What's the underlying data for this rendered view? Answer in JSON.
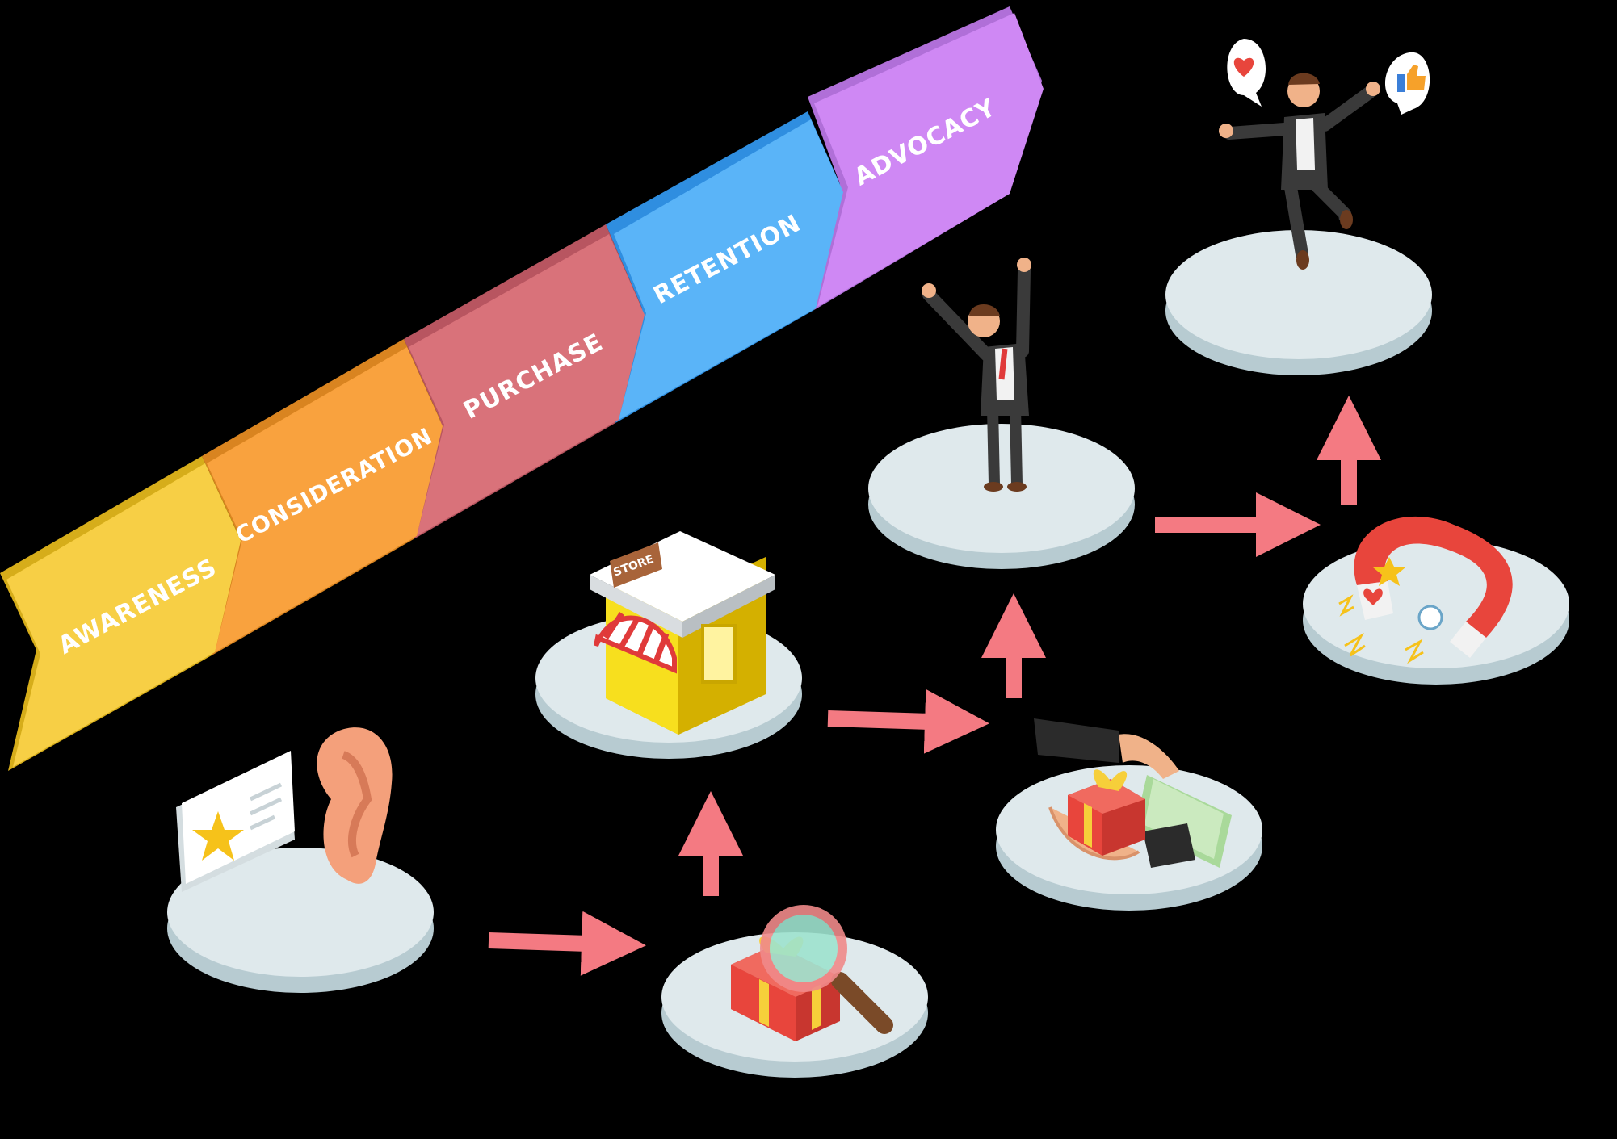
{
  "journey": {
    "stages": [
      {
        "label": "AWARENESS",
        "color": "#f7cf45"
      },
      {
        "label": "CONSIDERATION",
        "color": "#f9a23e"
      },
      {
        "label": "PURCHASE",
        "color": "#d9727a"
      },
      {
        "label": "RETENTION",
        "color": "#5ab4f8"
      },
      {
        "label": "ADVOCACY",
        "color": "#cf88f4"
      }
    ]
  },
  "store_sign": "STORE",
  "colors": {
    "background": "#000000",
    "platform": "#dfe9ec",
    "arrow": "#f47a82",
    "gift": "#e8453c",
    "ribbon": "#f6cf3a"
  },
  "icons": [
    "ear-icon",
    "star-review-icon",
    "magnifier-icon",
    "gift-icon",
    "store-icon",
    "money-exchange-icon",
    "cheering-man-icon",
    "magnet-icon",
    "jumping-man-icon",
    "heart-bubble-icon",
    "thumbs-up-bubble-icon"
  ]
}
